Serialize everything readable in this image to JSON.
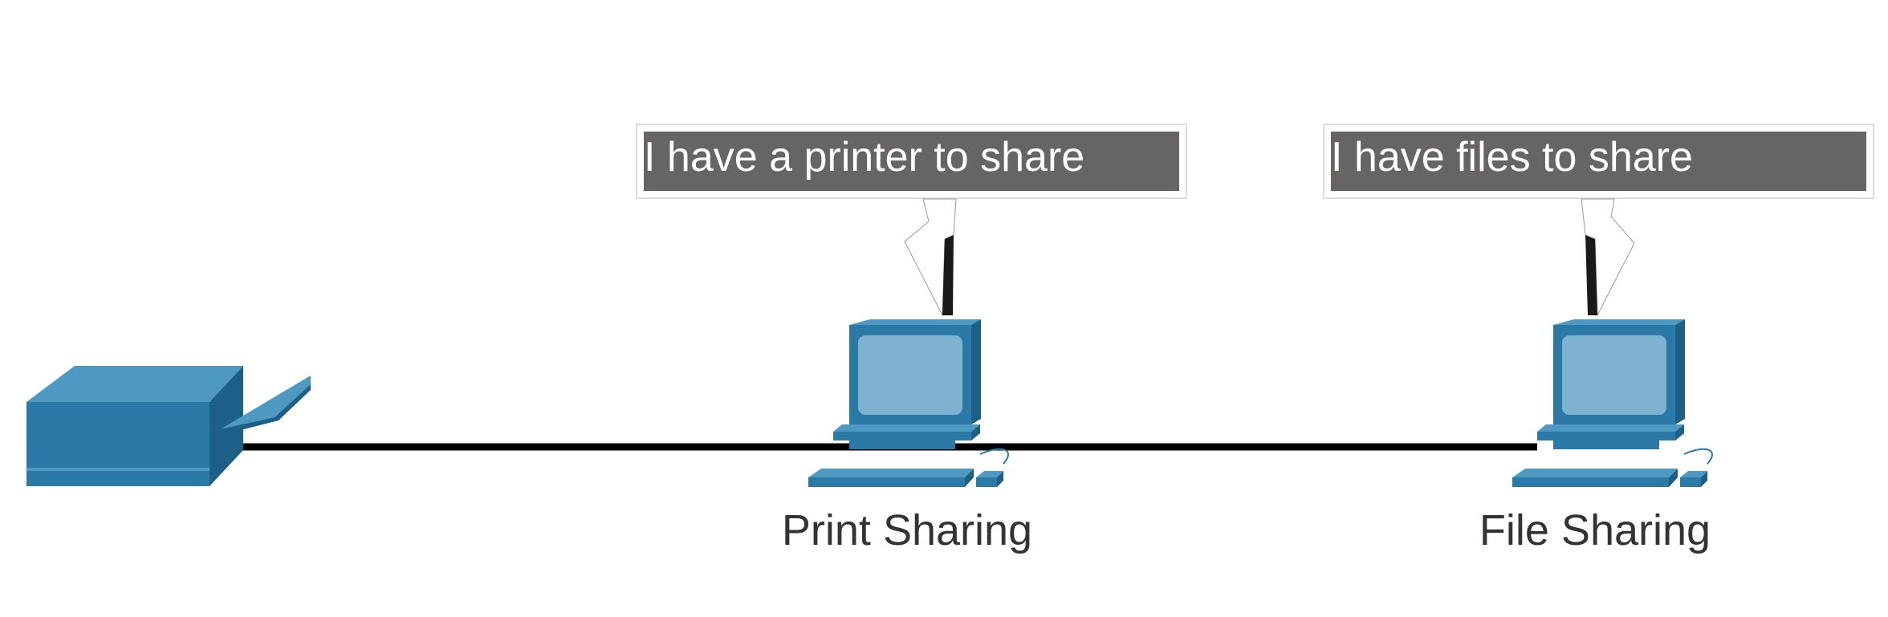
{
  "diagram": {
    "colors": {
      "device_blue": "#2a79a6",
      "device_dark": "#1c5f87",
      "device_light": "#4e99c2",
      "screen": "#7fb1d1",
      "bubble_fill": "#676464",
      "cable": "#000000",
      "label_text": "#333333"
    },
    "printer": {
      "icon": "printer-icon"
    },
    "nodes": [
      {
        "id": "print-pc",
        "icon": "desktop-computer-icon",
        "label": "Print Sharing",
        "bubble": "I have a printer to share"
      },
      {
        "id": "file-pc",
        "icon": "desktop-computer-icon",
        "label": "File Sharing",
        "bubble": "I have files to share"
      }
    ]
  }
}
